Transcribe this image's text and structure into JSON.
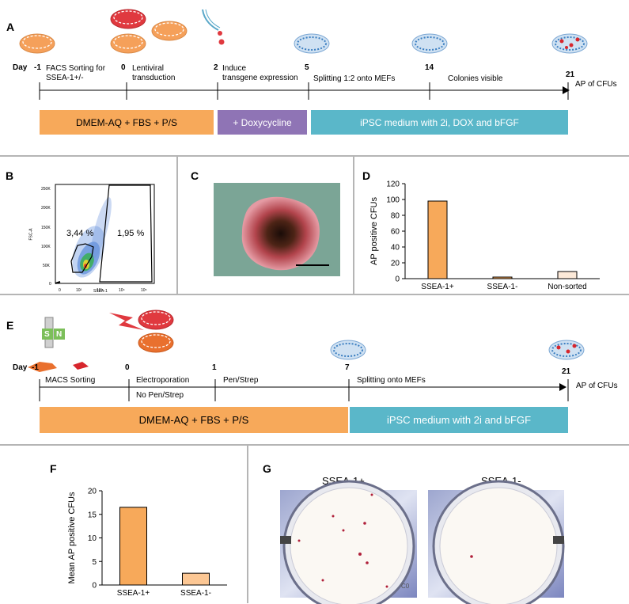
{
  "colors": {
    "orange": "#f7a95a",
    "purple": "#8f74b5",
    "cyan": "#5ab7c9",
    "red": "#d7262d",
    "blue": "#3c7fc1",
    "light_peach": "#fce9d8"
  },
  "panel_a": {
    "label": "A",
    "day_word": "Day",
    "days": [
      "-1",
      "0",
      "2",
      "5",
      "14",
      "21"
    ],
    "steps": [
      "FACS Sorting for\nSSEA-1+/-",
      "Lentiviral\ntransduction",
      "Induce\ntransgene expression",
      "Splitting 1:2 onto MEFs",
      "Colonies visible",
      "AP of CFUs"
    ],
    "bars": [
      "DMEM-AQ + FBS + P/S",
      "+ Doxycycline",
      "iPSC medium with 2i, DOX and bFGF"
    ]
  },
  "panel_b": {
    "label": "B",
    "gate_left": "3,44 %",
    "gate_right": "1,95 %",
    "ylabel": "FSC-A",
    "xlabel": "SSEA-1",
    "yticks": [
      "250K",
      "200K",
      "150K",
      "100K",
      "50K",
      "0"
    ],
    "xticks": [
      "0",
      "10²",
      "10³",
      "10⁴",
      "10⁵"
    ]
  },
  "panel_c": {
    "label": "C"
  },
  "panel_d": {
    "label": "D"
  },
  "panel_e": {
    "label": "E",
    "day_word": "Day",
    "days": [
      "-1",
      "0",
      "1",
      "7",
      "21"
    ],
    "steps": [
      "MACS Sorting",
      "Electroporation",
      "No Pen/Strep",
      "Pen/Strep",
      "Splitting onto MEFs",
      "AP of CFUs"
    ],
    "magnet": [
      "S",
      "N"
    ],
    "bars": [
      "DMEM-AQ + FBS + P/S",
      "iPSC medium with 2i and bFGF"
    ]
  },
  "panel_f": {
    "label": "F"
  },
  "panel_g": {
    "label": "G",
    "titles": [
      "SSEA-1+",
      "SSEA-1-"
    ],
    "dish_mark": "C0"
  },
  "chart_data": [
    {
      "type": "bar",
      "panel": "D",
      "categories": [
        "SSEA-1+",
        "SSEA-1-",
        "Non-sorted"
      ],
      "values": [
        98,
        2,
        9
      ],
      "colors": [
        "#f7a95a",
        "#f7a95a",
        "#fce9d8"
      ],
      "ylabel": "AP positive CFUs",
      "ylim": [
        0,
        120
      ],
      "yticks": [
        0,
        20,
        40,
        60,
        80,
        100,
        120
      ]
    },
    {
      "type": "bar",
      "panel": "F",
      "categories": [
        "SSEA-1+",
        "SSEA-1-"
      ],
      "values": [
        16.5,
        2.5
      ],
      "colors": [
        "#f7a95a",
        "#fcc794"
      ],
      "ylabel": "Mean AP positive CFUs",
      "ylim": [
        0,
        20
      ],
      "yticks": [
        0,
        5,
        10,
        15,
        20
      ]
    }
  ]
}
